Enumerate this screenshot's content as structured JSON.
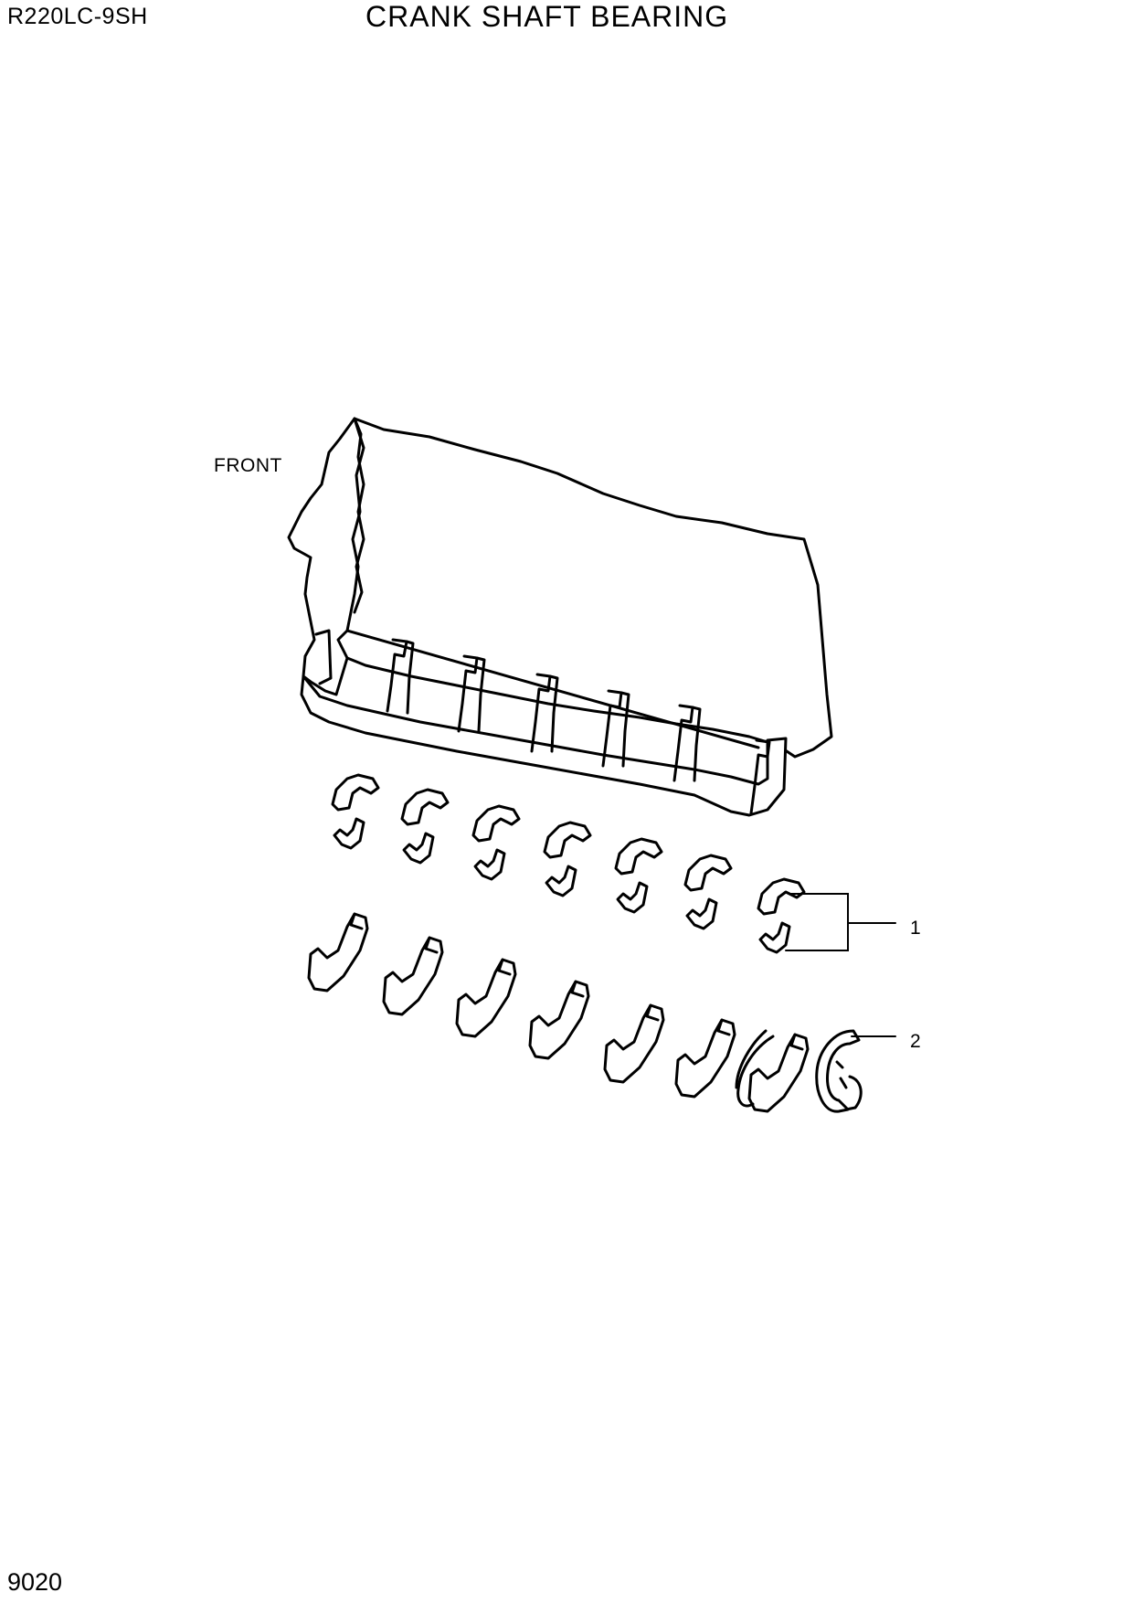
{
  "header": {
    "model": "R220LC-9SH",
    "title": "CRANK SHAFT BEARING"
  },
  "diagram": {
    "front_label": "FRONT",
    "callouts": [
      {
        "number": "1"
      },
      {
        "number": "2"
      }
    ]
  },
  "footer": {
    "page_number": "9020"
  }
}
